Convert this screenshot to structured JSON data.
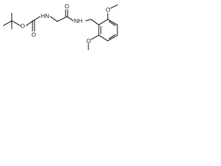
{
  "atom_labels": {
    "carbamate_ether_o": "O",
    "carbamate_carbonyl_o": "O",
    "carbamate_nh": "HN",
    "amide_carbonyl_o": "O",
    "amide_nh": "NH",
    "top_methoxy_o": "O",
    "bottom_methoxy_o": "O"
  }
}
